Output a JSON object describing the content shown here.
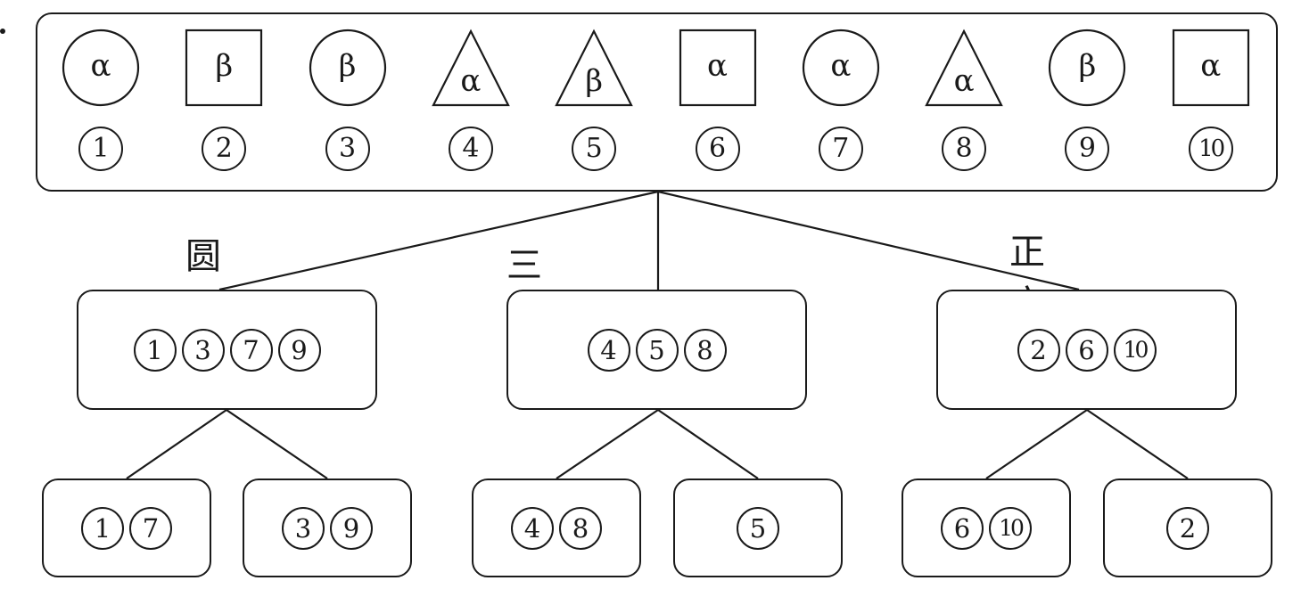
{
  "items": [
    {
      "shape": "circle",
      "symbol": "α",
      "number": "1"
    },
    {
      "shape": "square",
      "symbol": "β",
      "number": "2"
    },
    {
      "shape": "circle",
      "symbol": "β",
      "number": "3"
    },
    {
      "shape": "triangle",
      "symbol": "α",
      "number": "4"
    },
    {
      "shape": "triangle",
      "symbol": "β",
      "number": "5"
    },
    {
      "shape": "square",
      "symbol": "α",
      "number": "6"
    },
    {
      "shape": "circle",
      "symbol": "α",
      "number": "7"
    },
    {
      "shape": "triangle",
      "symbol": "α",
      "number": "8"
    },
    {
      "shape": "circle",
      "symbol": "β",
      "number": "9"
    },
    {
      "shape": "square",
      "symbol": "α",
      "number": "10"
    }
  ],
  "categories": [
    {
      "label": "圆形",
      "members": [
        "1",
        "3",
        "7",
        "9"
      ],
      "subgroups": [
        [
          "1",
          "7"
        ],
        [
          "3",
          "9"
        ]
      ]
    },
    {
      "label": "三角形",
      "members": [
        "4",
        "5",
        "8"
      ],
      "subgroups": [
        [
          "4",
          "8"
        ],
        [
          "5"
        ]
      ]
    },
    {
      "label": "正方形",
      "members": [
        "2",
        "6",
        "10"
      ],
      "subgroups": [
        [
          "6",
          "10"
        ],
        [
          "2"
        ]
      ]
    }
  ]
}
